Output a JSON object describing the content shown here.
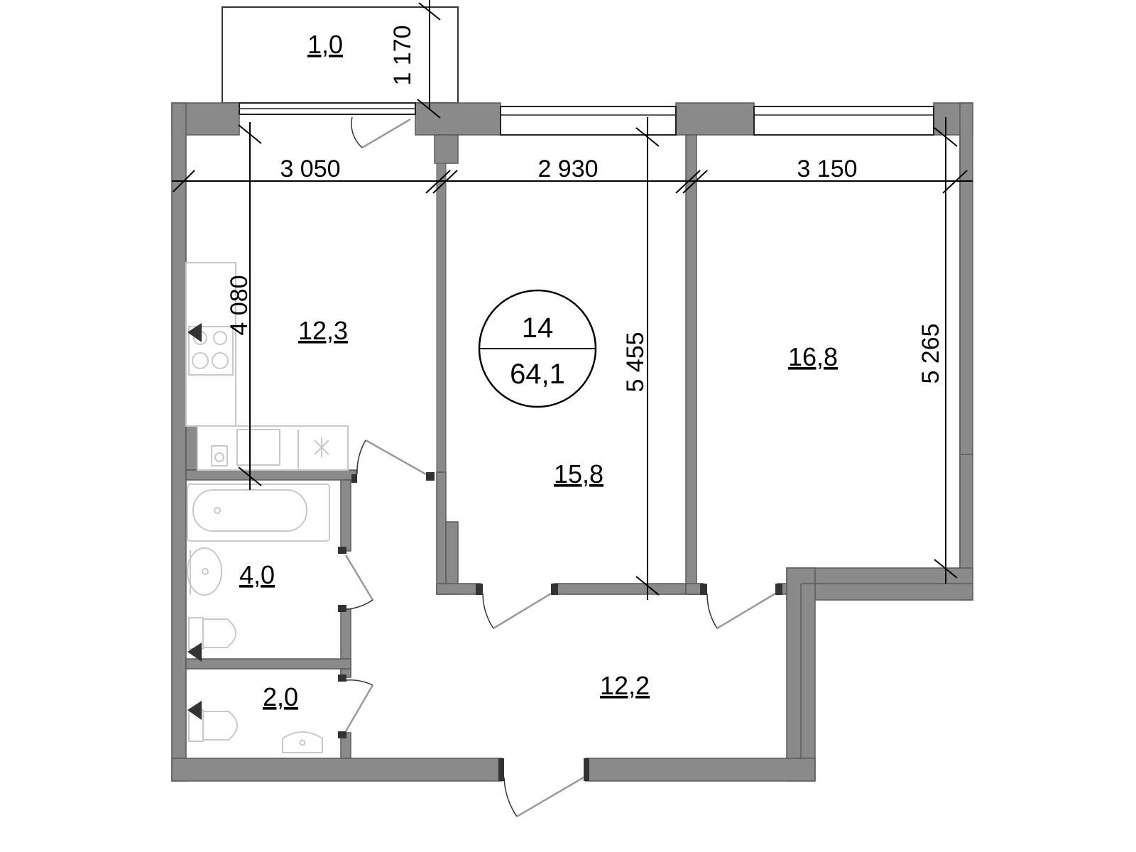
{
  "apartment": {
    "number": "14",
    "total_area": "64,1"
  },
  "rooms": [
    {
      "id": "balcony",
      "area": "1,0"
    },
    {
      "id": "kitchen",
      "area": "12,3"
    },
    {
      "id": "living-room",
      "area": "15,8"
    },
    {
      "id": "bedroom",
      "area": "16,8"
    },
    {
      "id": "bathroom",
      "area": "4,0"
    },
    {
      "id": "toilet",
      "area": "2,0"
    },
    {
      "id": "hallway",
      "area": "12,2"
    }
  ],
  "dimensions": [
    {
      "id": "balcony-depth",
      "value": "1 170"
    },
    {
      "id": "kitchen-width",
      "value": "3 050"
    },
    {
      "id": "living-width",
      "value": "2 930"
    },
    {
      "id": "bedroom-width",
      "value": "3 150"
    },
    {
      "id": "kitchen-depth",
      "value": "4 080"
    },
    {
      "id": "living-depth",
      "value": "5 455"
    },
    {
      "id": "bedroom-depth",
      "value": "5 265"
    }
  ],
  "colors": {
    "wall": "#8a8a8a",
    "fixture": "#c8c8c8",
    "line": "#000000"
  }
}
